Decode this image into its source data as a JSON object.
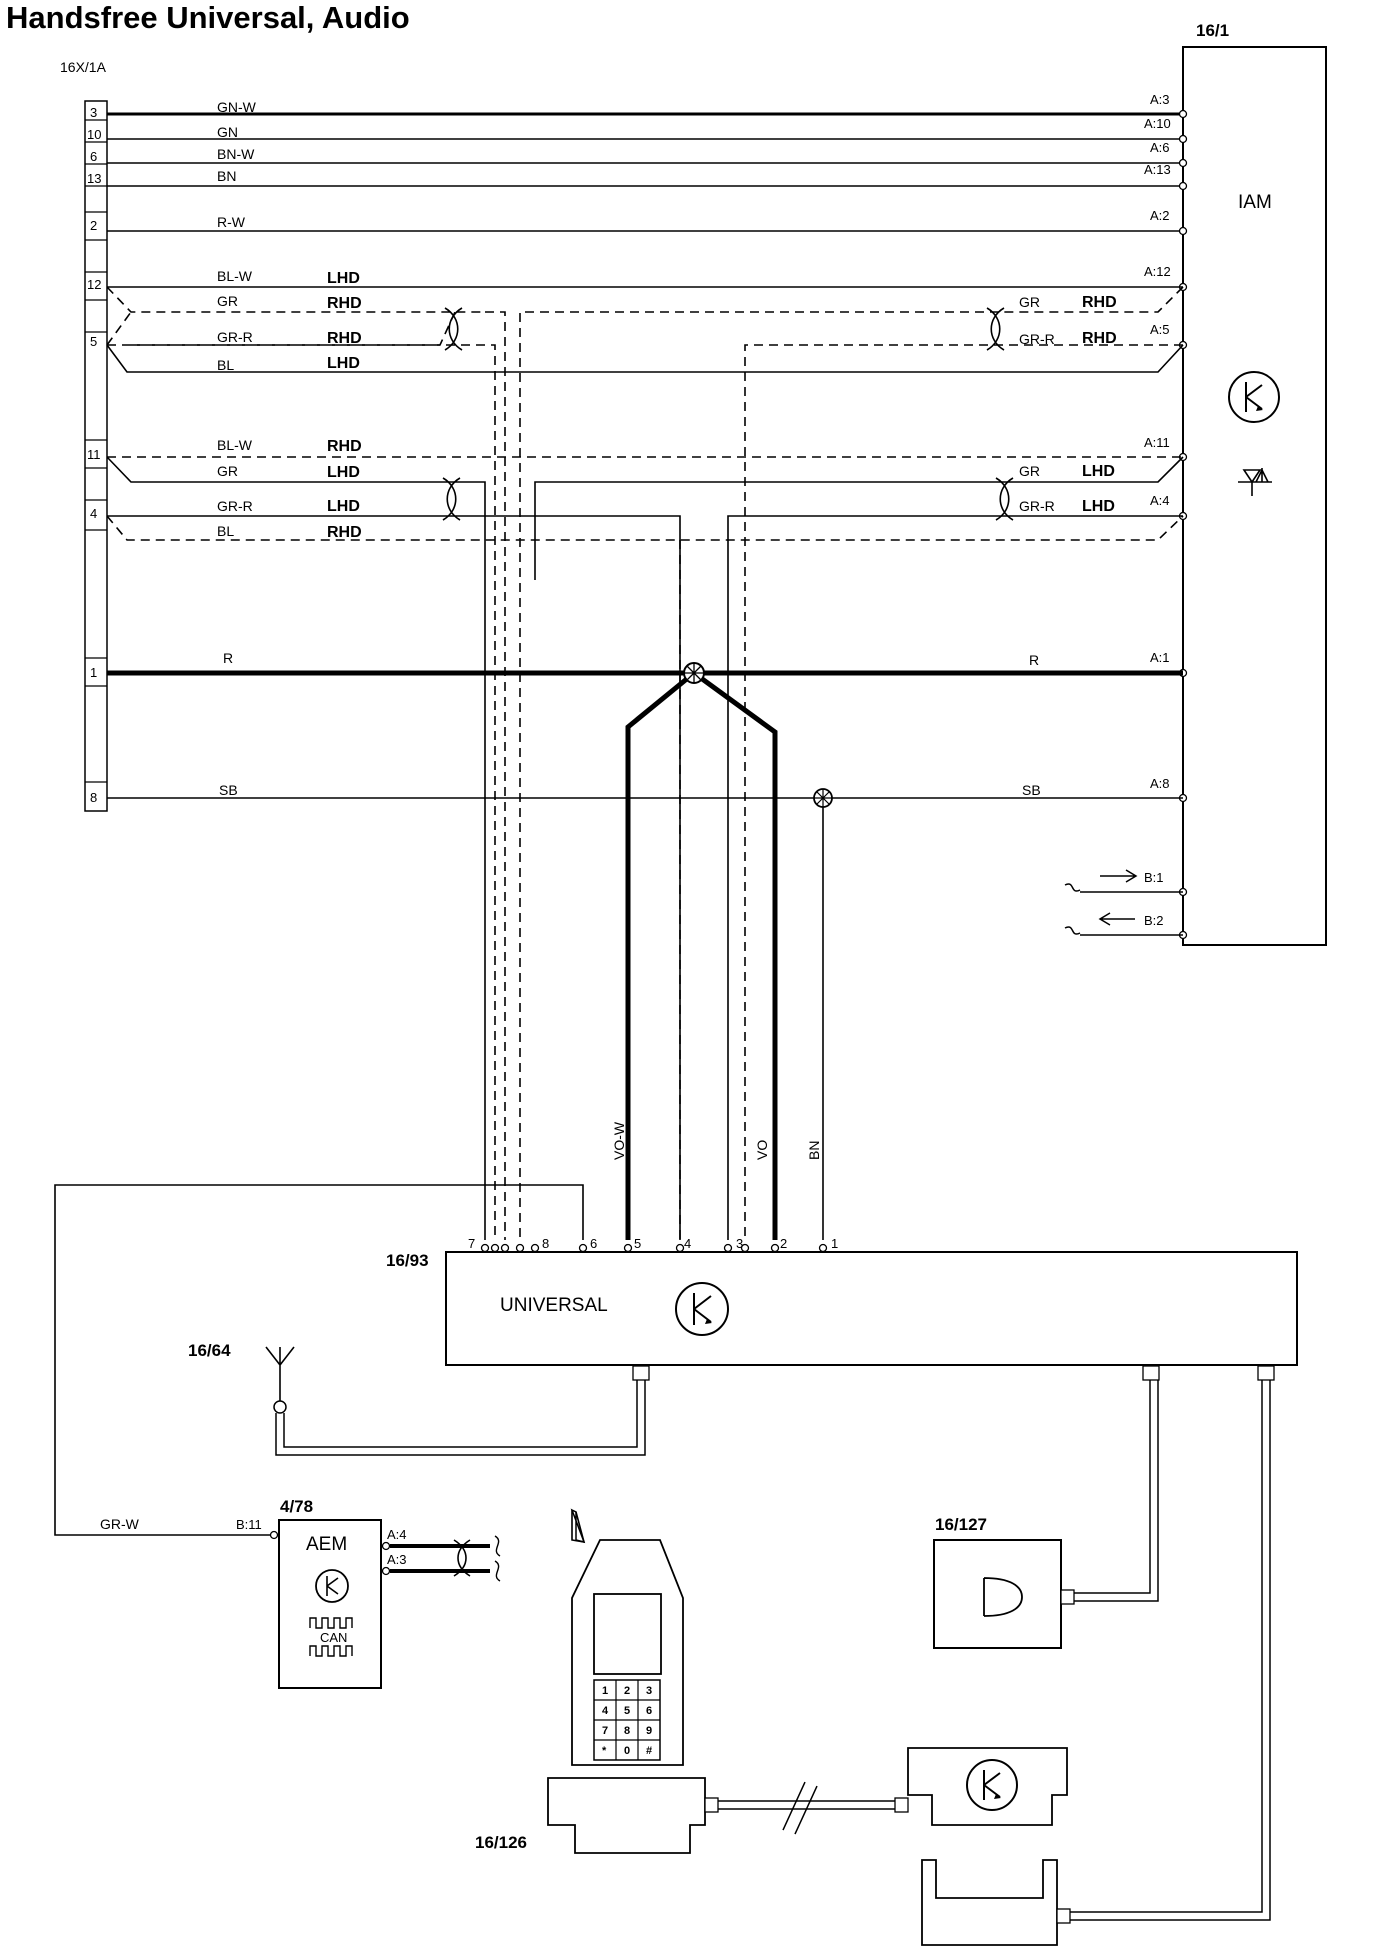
{
  "title": "Handsfree Universal, Audio",
  "components": {
    "connector_left": "16X/1A",
    "iam_ref": "16/1",
    "iam_name": "IAM",
    "universal_ref": "16/93",
    "universal_name": "UNIVERSAL",
    "antenna_ref": "16/64",
    "aem_ref": "4/78",
    "aem_name": "AEM",
    "aem_can": "CAN",
    "mic_ref": "16/127",
    "phone_ref": "16/126"
  },
  "left_pins": [
    "3",
    "10",
    "6",
    "13",
    "2",
    "12",
    "5",
    "11",
    "4",
    "1",
    "8"
  ],
  "wires": {
    "gn_w": "GN-W",
    "gn": "GN",
    "bn_w": "BN-W",
    "bn": "BN",
    "r_w": "R-W",
    "bl_w": "BL-W",
    "gr": "GR",
    "gr_r": "GR-R",
    "bl": "BL",
    "r": "R",
    "sb": "SB",
    "vo_w": "VO-W",
    "vo": "VO",
    "gr_w": "GR-W"
  },
  "variants": {
    "lhd": "LHD",
    "rhd": "RHD"
  },
  "iam_pins": [
    "A:3",
    "A:10",
    "A:6",
    "A:13",
    "A:2",
    "A:12",
    "A:5",
    "A:11",
    "A:4",
    "A:1",
    "A:8",
    "B:1",
    "B:2"
  ],
  "universal_pins": [
    "7",
    "8",
    "6",
    "5",
    "4",
    "3",
    "2",
    "1"
  ],
  "aem_pins": {
    "b11": "B:11",
    "a4": "A:4",
    "a3": "A:3"
  },
  "keypad": [
    "1",
    "2",
    "3",
    "4",
    "5",
    "6",
    "7",
    "8",
    "9",
    "*",
    "0",
    "#"
  ]
}
